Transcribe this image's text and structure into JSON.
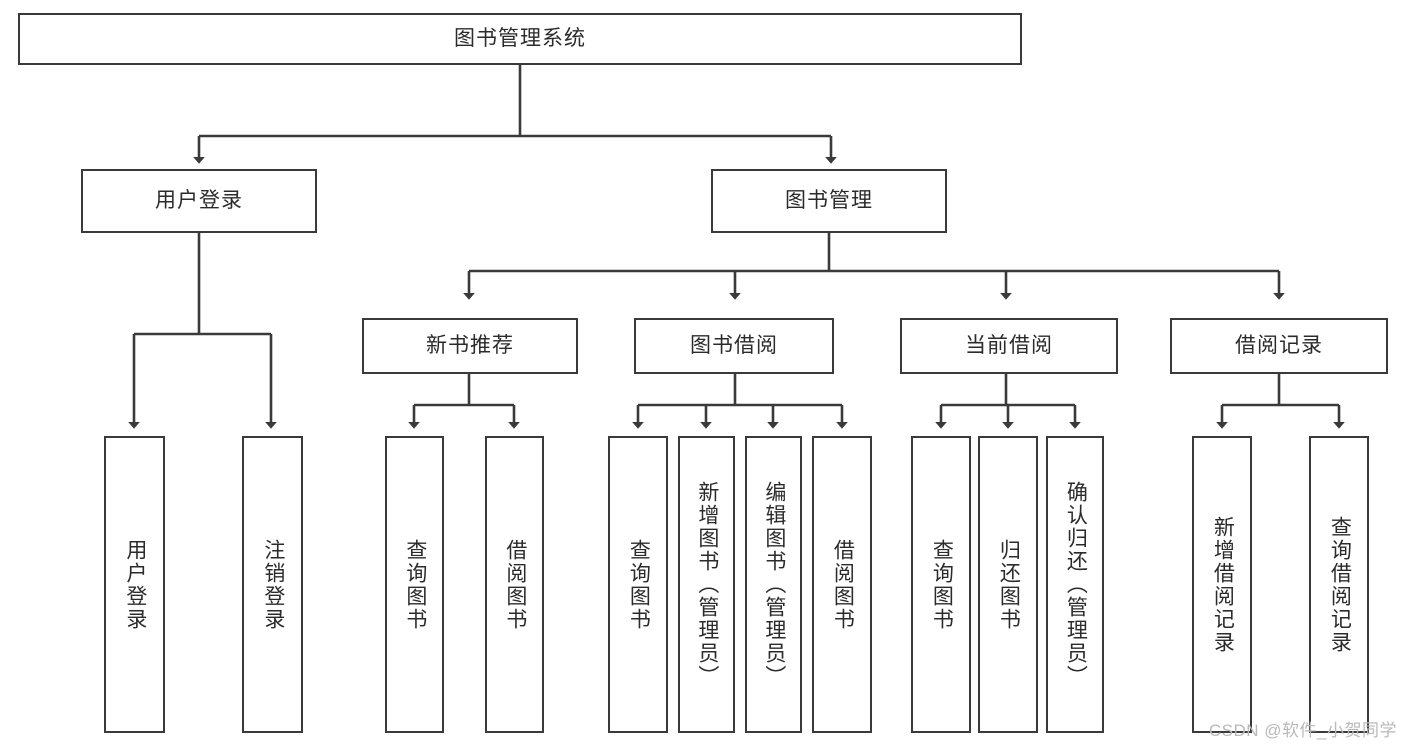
{
  "diagram": {
    "title": "图书管理系统",
    "type": "tree-hierarchy-diagram",
    "colors": {
      "box_border": "#3a3a3a",
      "box_fill": "#ffffff",
      "line": "#3a3a3a",
      "text": "#2b2b2b",
      "watermark": "#b9b9b9"
    },
    "nodes": {
      "root": {
        "label": "图书管理系统"
      },
      "level2": [
        {
          "label": "用户登录"
        },
        {
          "label": "图书管理"
        }
      ],
      "level3": [
        {
          "label": "新书推荐"
        },
        {
          "label": "图书借阅"
        },
        {
          "label": "当前借阅"
        },
        {
          "label": "借阅记录"
        }
      ],
      "leaves_user_login": [
        {
          "label": "用户登录"
        },
        {
          "label": "注销登录"
        }
      ],
      "leaves_new_book": [
        {
          "label": "查询图书"
        },
        {
          "label": "借阅图书"
        }
      ],
      "leaves_borrow": [
        {
          "label": "查询图书"
        },
        {
          "label": "新增图书（管理员）"
        },
        {
          "label": "编辑图书（管理员）"
        },
        {
          "label": "借阅图书"
        }
      ],
      "leaves_current": [
        {
          "label": "查询图书"
        },
        {
          "label": "归还图书"
        },
        {
          "label": "确认归还（管理员）"
        }
      ],
      "leaves_records": [
        {
          "label": "新增借阅记录"
        },
        {
          "label": "查询借阅记录"
        }
      ]
    }
  },
  "watermark": {
    "text": "CSDN @软件_小贺同学"
  }
}
